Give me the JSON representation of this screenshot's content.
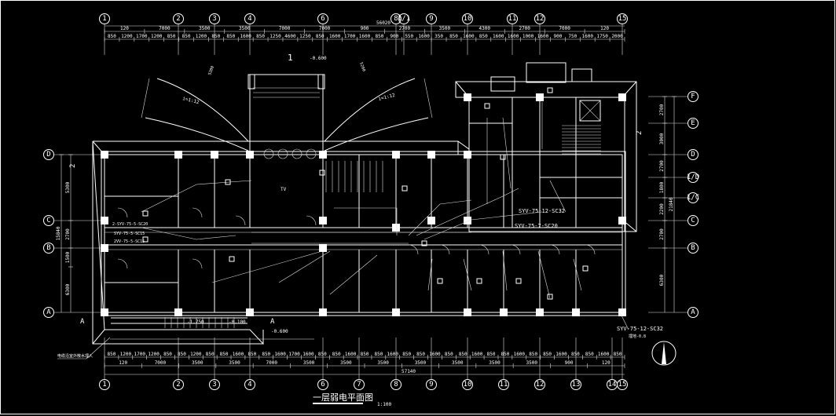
{
  "drawing": {
    "title": "一层弱电平面图",
    "scale": "1:100"
  },
  "axes": {
    "top": [
      "1",
      "2",
      "3",
      "4",
      "6",
      "8",
      "1/1",
      "9",
      "10",
      "11",
      "12",
      "15"
    ],
    "bottom": [
      "1",
      "2",
      "3",
      "4",
      "6",
      "7",
      "8",
      "9",
      "10",
      "11",
      "12",
      "13",
      "14",
      "15"
    ],
    "left": [
      "D",
      "C",
      "B",
      "A"
    ],
    "right": [
      "F",
      "E",
      "D",
      "1/D",
      "1/C",
      "C",
      "B",
      "A"
    ]
  },
  "dimensions": {
    "top_total": "56020",
    "top_main": [
      "120",
      "7000",
      "3500",
      "3500",
      "7000",
      "7000",
      "900",
      "2700",
      "3500",
      "4300",
      "2700",
      "7000",
      "120"
    ],
    "top_detail": [
      "850",
      "1200",
      "1700",
      "1200",
      "850",
      "850",
      "1200",
      "850",
      "850",
      "1600",
      "850",
      "1250",
      "4600",
      "1250",
      "850",
      "1600",
      "1700",
      "1600",
      "850",
      "900",
      "550",
      "1600",
      "350",
      "850",
      "1600",
      "850",
      "1600",
      "1600",
      "1000",
      "1600",
      "900",
      "750",
      "1600",
      "1750",
      "2000"
    ],
    "bottom_total": "57140",
    "bottom_main": [
      "120",
      "7000",
      "3500",
      "3500",
      "7000",
      "3500",
      "3500",
      "3500",
      "3500",
      "3500",
      "3500",
      "3500",
      "900",
      "120"
    ],
    "bottom_detail": [
      "850",
      "1200",
      "1700",
      "1200",
      "850",
      "850",
      "1200",
      "850",
      "850",
      "1600",
      "850",
      "850",
      "1600",
      "1700",
      "1600",
      "850",
      "850",
      "1600",
      "850",
      "850",
      "1600",
      "850",
      "850",
      "1600",
      "850",
      "850",
      "1600",
      "850",
      "850",
      "1600",
      "850",
      "850",
      "1600",
      "850",
      "850",
      "1600",
      "850"
    ],
    "left": [
      "15840",
      "5300",
      "2700",
      "1500",
      "6300"
    ],
    "right": [
      "21840",
      "2700",
      "3000",
      "2700",
      "1800",
      "2200",
      "2700",
      "6300"
    ]
  },
  "annotations": {
    "section_mark_1": "1",
    "section_mark_2": "2",
    "section_a": "A",
    "elev_top": "-0.600",
    "elev_stair": "-1.750",
    "elev_entry": "-0.100",
    "elev_right": "-0.600",
    "ramp_left_slope": "i=1:12",
    "ramp_right_slope": "i=1:12",
    "ramp_left_len": "5200",
    "ramp_right_len": "5200",
    "cable_1": "SYV-75-12-SC32",
    "cable_2": "SYV-75-7-SC20",
    "cable_3": "SYV-75-12-SC32",
    "cable_3_note": "埋地-0.8",
    "cable_left_1": "2-SYV-75-5-SC20",
    "cable_left_2": "SYV-75-5-SC15",
    "cable_left_3": "2VV-75-5-SC15",
    "entry_note": "电缆沿室外散水埋入",
    "tv_label": "TV"
  },
  "colors": {
    "background": "#000000",
    "lines": "#ffffff"
  }
}
